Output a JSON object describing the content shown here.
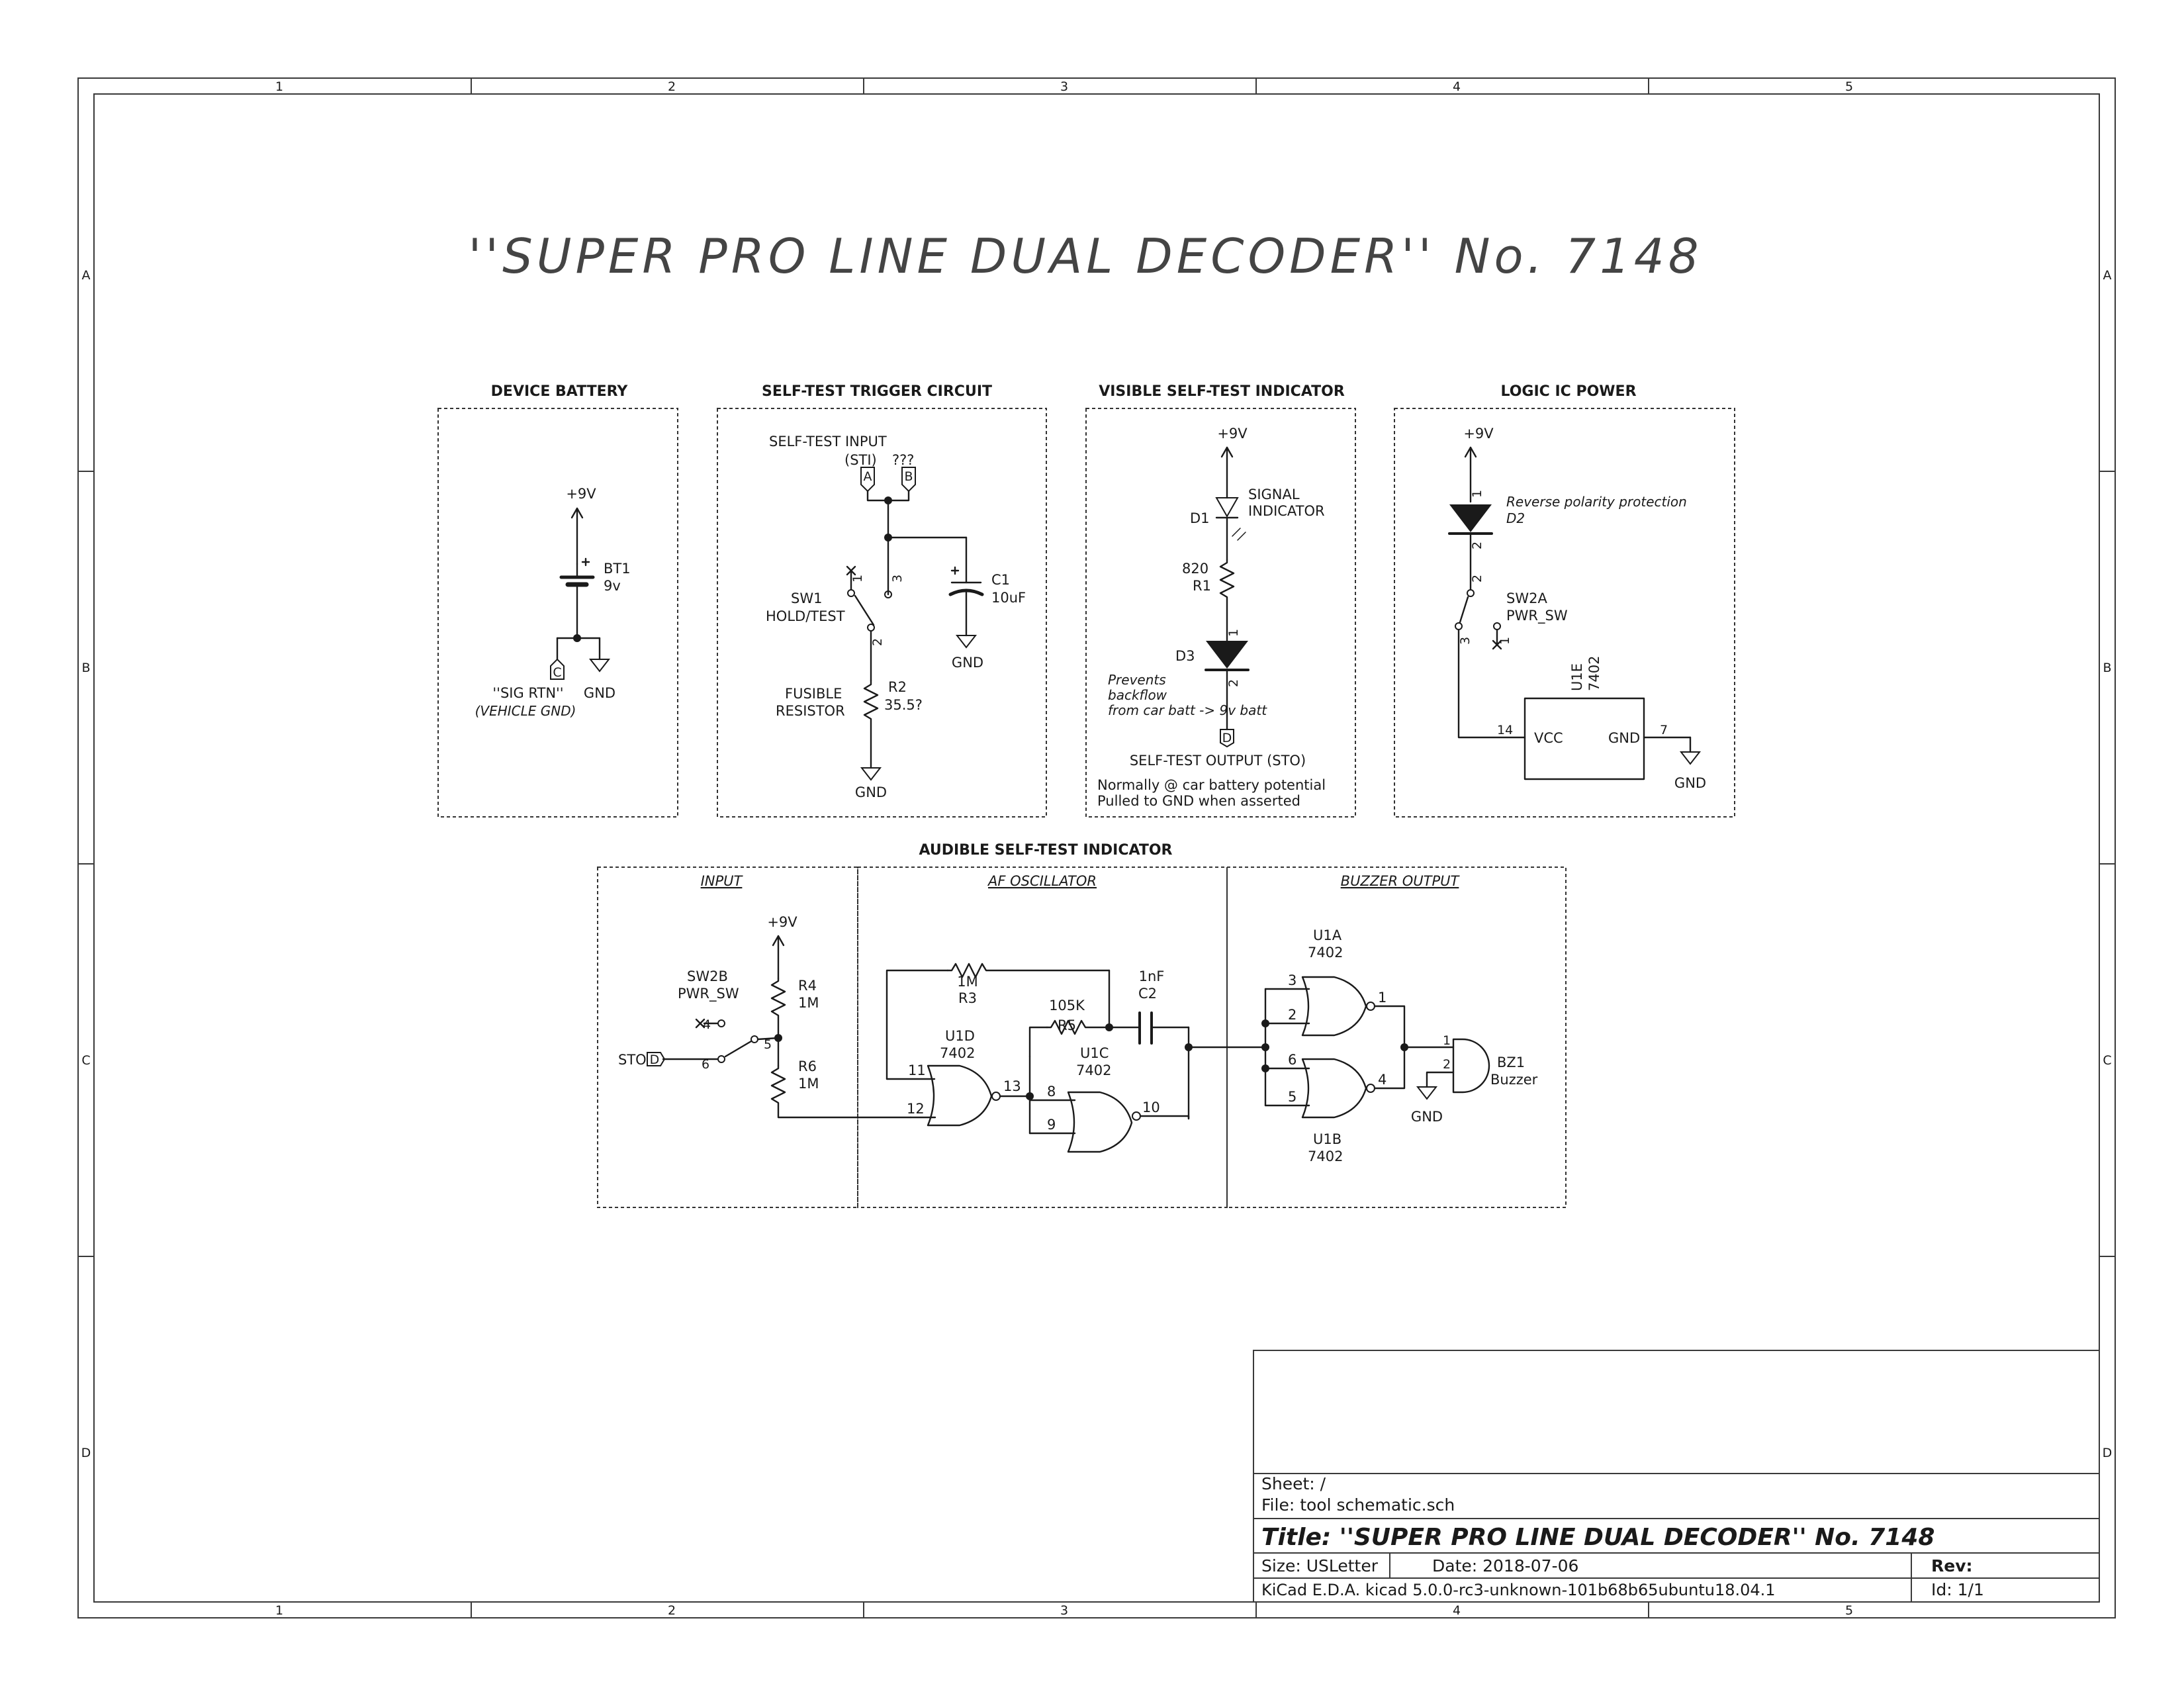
{
  "frame": {
    "columns": [
      "1",
      "2",
      "3",
      "4",
      "5"
    ],
    "rows": [
      "A",
      "B",
      "C",
      "D"
    ]
  },
  "main_title": "''SUPER PRO LINE DUAL DECODER'' No. 7148",
  "sections": {
    "battery": "DEVICE BATTERY",
    "trigger": "SELF-TEST TRIGGER CIRCUIT",
    "visible": "VISIBLE SELF-TEST INDICATOR",
    "logic_power": "LOGIC IC POWER",
    "audible": "AUDIBLE SELF-TEST INDICATOR",
    "audible_input": "INPUT",
    "audible_osc": "AF OSCILLATOR",
    "audible_buzzer": "BUZZER OUTPUT"
  },
  "battery": {
    "supply": "+9V",
    "ref": "BT1",
    "value": "9v",
    "port_letter": "C",
    "port_label": "''SIG RTN''",
    "port_note": "(VEHICLE GND)",
    "gnd": "GND"
  },
  "trigger": {
    "input_label": "SELF-TEST INPUT",
    "sti": "(STI)",
    "unknown": "???",
    "port_a": "A",
    "port_b": "B",
    "sw_ref": "SW1",
    "sw_name": "HOLD/TEST",
    "pin1": "1",
    "pin2": "2",
    "pin3": "3",
    "cap_ref": "C1",
    "cap_value": "10uF",
    "cap_plus": "+",
    "gnd_cap": "GND",
    "res_label_1": "FUSIBLE",
    "res_label_2": "RESISTOR",
    "res_ref": "R2",
    "res_value": "35.5?",
    "gnd": "GND"
  },
  "visible": {
    "supply": "+9V",
    "d1_ref": "D1",
    "d1_label_1": "SIGNAL",
    "d1_label_2": "INDICATOR",
    "r1_value": "820",
    "r1_ref": "R1",
    "d3_ref": "D3",
    "d3_pin1": "1",
    "d3_pin2": "2",
    "note_1": "Prevents",
    "note_2": "backflow",
    "note_3": "from car batt  -> 9v batt",
    "port_letter": "D",
    "output_label": "SELF-TEST OUTPUT (STO)",
    "footnote_1": "Normally @ car battery potential",
    "footnote_2": "Pulled to GND when asserted"
  },
  "logic_power": {
    "supply": "+9V",
    "d2_pin1": "1",
    "d2_pin2": "2",
    "d2_note": "Reverse polarity protection",
    "d2_ref": "D2",
    "sw_ref": "SW2A",
    "sw_name": "PWR_SW",
    "sw_pin1": "1",
    "sw_pin2": "2",
    "sw_pin3": "3",
    "ic_ref": "U1E",
    "ic_value": "7402",
    "vcc_label": "VCC",
    "gnd_label": "GND",
    "pin14": "14",
    "pin7": "7",
    "gnd": "GND"
  },
  "audible": {
    "supply": "+9V",
    "sw_ref": "SW2B",
    "sw_name": "PWR_SW",
    "sw_pin4": "4",
    "sw_pin5": "5",
    "sw_pin6": "6",
    "sto": "STO",
    "port_letter": "D",
    "r4_ref": "R4",
    "r4_value": "1M",
    "r6_ref": "R6",
    "r6_value": "1M",
    "r3_value": "1M",
    "r3_ref": "R3",
    "r5_value": "105K",
    "r5_ref": "R5",
    "c2_value": "1nF",
    "c2_ref": "C2",
    "u1d_ref": "U1D",
    "u1d_value": "7402",
    "u1d_in1": "11",
    "u1d_in2": "12",
    "u1d_out": "13",
    "u1c_ref": "U1C",
    "u1c_value": "7402",
    "u1c_in1": "8",
    "u1c_in2": "9",
    "u1c_out": "10",
    "u1a_ref": "U1A",
    "u1a_value": "7402",
    "u1a_in1": "3",
    "u1a_in2": "2",
    "u1a_out": "1",
    "u1b_ref": "U1B",
    "u1b_value": "7402",
    "u1b_in1": "6",
    "u1b_in2": "5",
    "u1b_out": "4",
    "bz_ref": "BZ1",
    "bz_value": "Buzzer",
    "bz_pin1": "1",
    "bz_pin2": "2",
    "gnd": "GND"
  },
  "title_block": {
    "sheet": "Sheet: /",
    "file": "File: tool schematic.sch",
    "title": "Title: ''SUPER PRO LINE DUAL DECODER'' No. 7148",
    "size": "Size: USLetter",
    "date": "Date: 2018-07-06",
    "rev": "Rev:",
    "tool": "KiCad E.D.A.  kicad 5.0.0-rc3-unknown-101b68b65ubuntu18.04.1",
    "id": "Id: 1/1"
  }
}
